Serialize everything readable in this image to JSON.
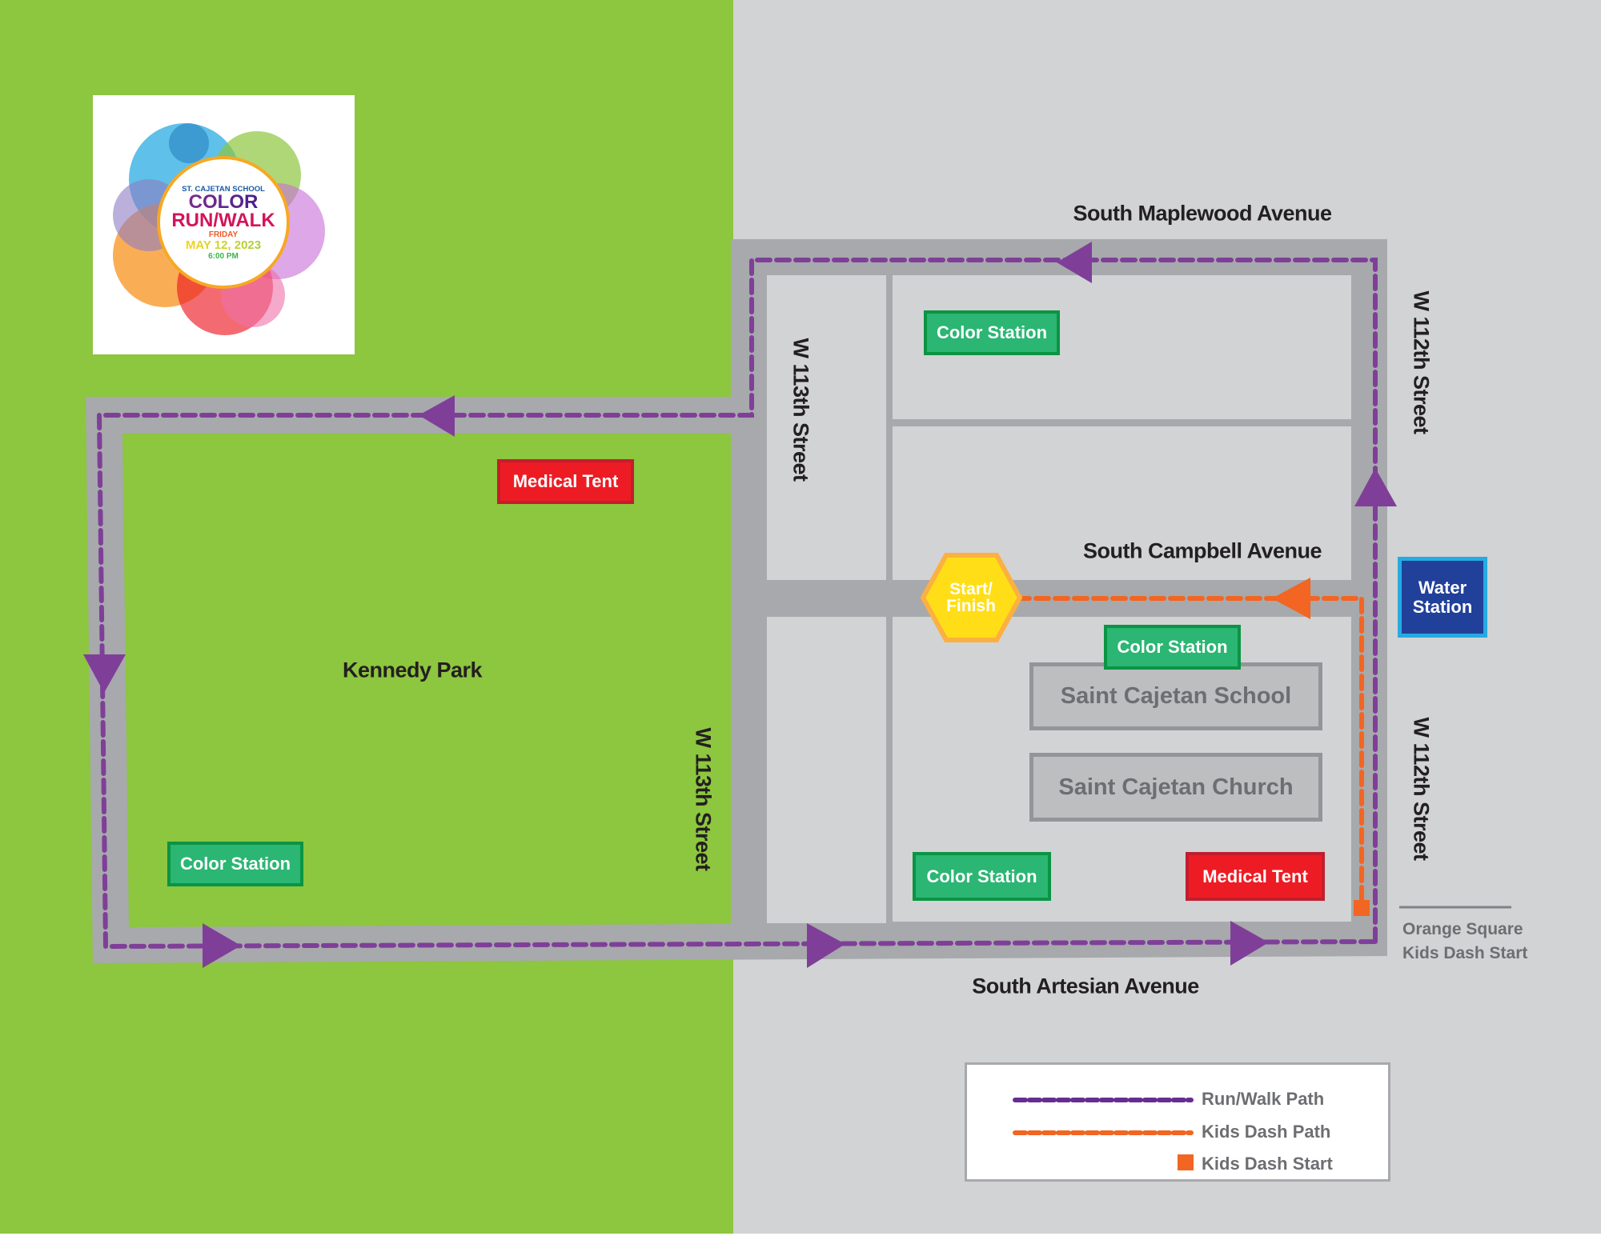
{
  "colors": {
    "park_green": "#8dc63f",
    "background_gray": "#d1d3d4",
    "road_gray": "#a7a9ac",
    "run_walk_path": "#7f3f98",
    "kids_dash_path": "#f26522",
    "color_station": "#2bb673",
    "medical_tent": "#ed1c24",
    "water_station": "#21409a",
    "start_finish": "#ffde17"
  },
  "logo": {
    "school": "ST. CAJETAN SCHOOL",
    "line1": "COLOR",
    "line2": "RUN/WALK",
    "day": "FRIDAY",
    "date": "MAY 12, 2023",
    "time": "6:00 PM"
  },
  "streets": {
    "north": "South Maplewood Avenue",
    "middle": "South Campbell Avenue",
    "south": "South Artesian Avenue",
    "west_upper": "W 113th Street",
    "west_lower": "W 113th Street",
    "east_upper": "W 112th Street",
    "east_lower": "W 112th Street"
  },
  "areas": {
    "park": "Kennedy Park",
    "school": "Saint Cajetan School",
    "church": "Saint Cajetan Church"
  },
  "markers": {
    "color_stations": [
      "Color Station",
      "Color Station",
      "Color Station",
      "Color Station"
    ],
    "medical_tents": [
      "Medical Tent",
      "Medical Tent"
    ],
    "water_station": "Water Station",
    "start_finish": "Start/ Finish"
  },
  "annotation": {
    "line1": "Orange Square",
    "line2": "Kids Dash Start"
  },
  "legend": {
    "items": [
      {
        "label": "Run/Walk Path",
        "symbol": "dashed-line",
        "color": "#7f3f98"
      },
      {
        "label": "Kids Dash Path",
        "symbol": "dashed-line",
        "color": "#f26522"
      },
      {
        "label": "Kids Dash Start",
        "symbol": "square",
        "color": "#f26522"
      }
    ]
  }
}
